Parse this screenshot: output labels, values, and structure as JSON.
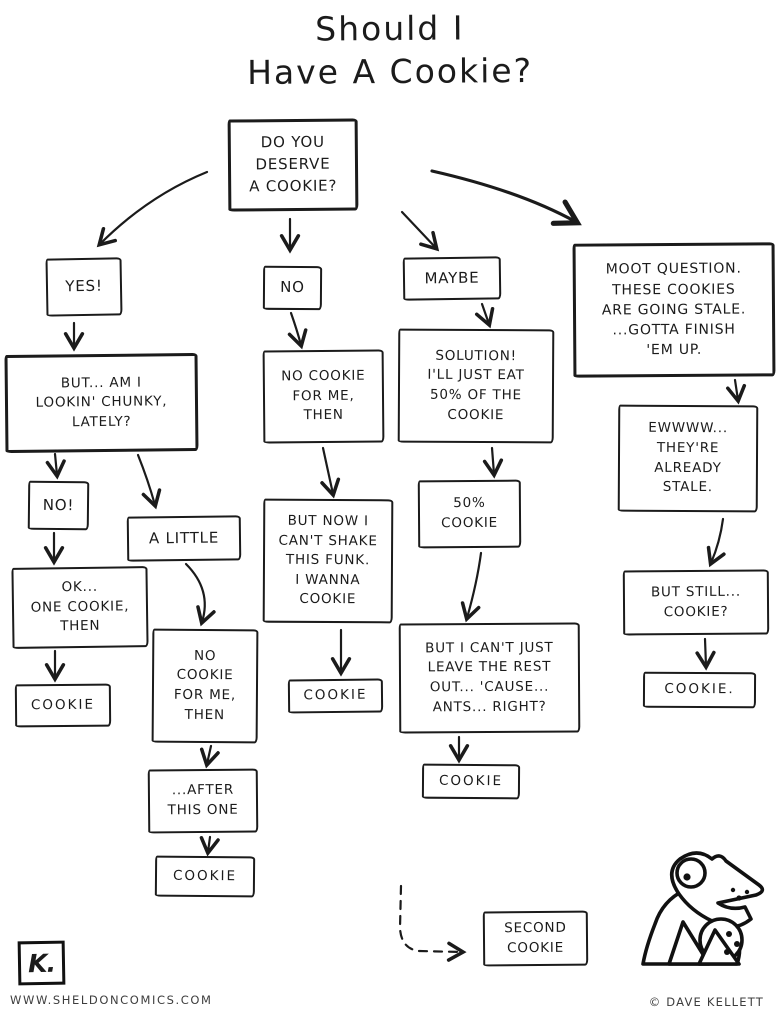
{
  "title": {
    "line1": "Should I",
    "line2": "Have A Cookie?"
  },
  "nodes": {
    "root": "DO YOU\nDESERVE\nA COOKIE?",
    "yes": "YES!",
    "chunky": "BUT... AM I\nLOOKIN' CHUNKY,\nLATELY?",
    "no_chunky": "NO!",
    "ok_one": "OK...\nONE COOKIE,\nTHEN",
    "cookie_yes": "COOKIE",
    "a_little": "A LITTLE",
    "no_cookie_little": "NO\nCOOKIE\nFOR ME,\nTHEN",
    "after_this": "...AFTER\nTHIS ONE",
    "cookie_little": "COOKIE",
    "no": "NO",
    "no_cookie_no": "NO COOKIE\nFOR ME,\nTHEN",
    "funk": "BUT NOW I\nCAN'T SHAKE\nTHIS FUNK.\nI WANNA\nCOOKIE",
    "cookie_no": "COOKIE",
    "maybe": "MAYBE",
    "solution": "SOLUTION!\nI'LL JUST EAT\n50% OF THE\nCOOKIE",
    "half_cookie": "50%\nCOOKIE",
    "ants": "BUT I CAN'T JUST\nLEAVE THE REST\nOUT... 'CAUSE...\nANTS... RIGHT?",
    "cookie_maybe": "COOKIE",
    "moot": "MOOT QUESTION.\nTHESE COOKIES\nARE GOING STALE.\n...GOTTA FINISH\n'EM UP.",
    "ewww": "EWWWW...\nTHEY'RE\nALREADY\nSTALE.",
    "but_still": "BUT STILL...\nCOOKIE?",
    "cookie_moot": "COOKIE.",
    "second_cookie": "SECOND\nCOOKIE"
  },
  "footer": {
    "logo_text": "K.",
    "url": "WWW.SHELDONCOMICS.COM",
    "copyright": "© DAVE KELLETT"
  },
  "colors": {
    "ink": "#1b1b1b",
    "paper": "#ffffff"
  }
}
